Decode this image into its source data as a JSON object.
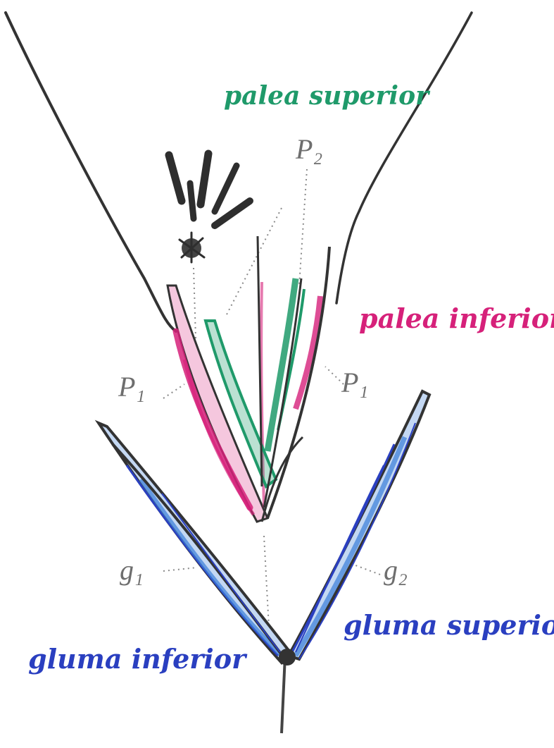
{
  "labels": {
    "palea_superior": "palea superior",
    "palea_inferior": "palea inferior",
    "gluma_superior": "gluma superior",
    "gluma_inferior": "gluma inferior",
    "p2": "P₂",
    "p1_left": "P₁",
    "p1_right": "P₁",
    "g1": "g₁",
    "g2": "g₂"
  },
  "colors": {
    "palea_superior": "#1f9a6a",
    "palea_inferior": "#d6217a",
    "gluma": "#2a3fc0",
    "gluma_fill": "#3a7fd8",
    "ink": "#333333",
    "leader": "#8a8a8a"
  }
}
